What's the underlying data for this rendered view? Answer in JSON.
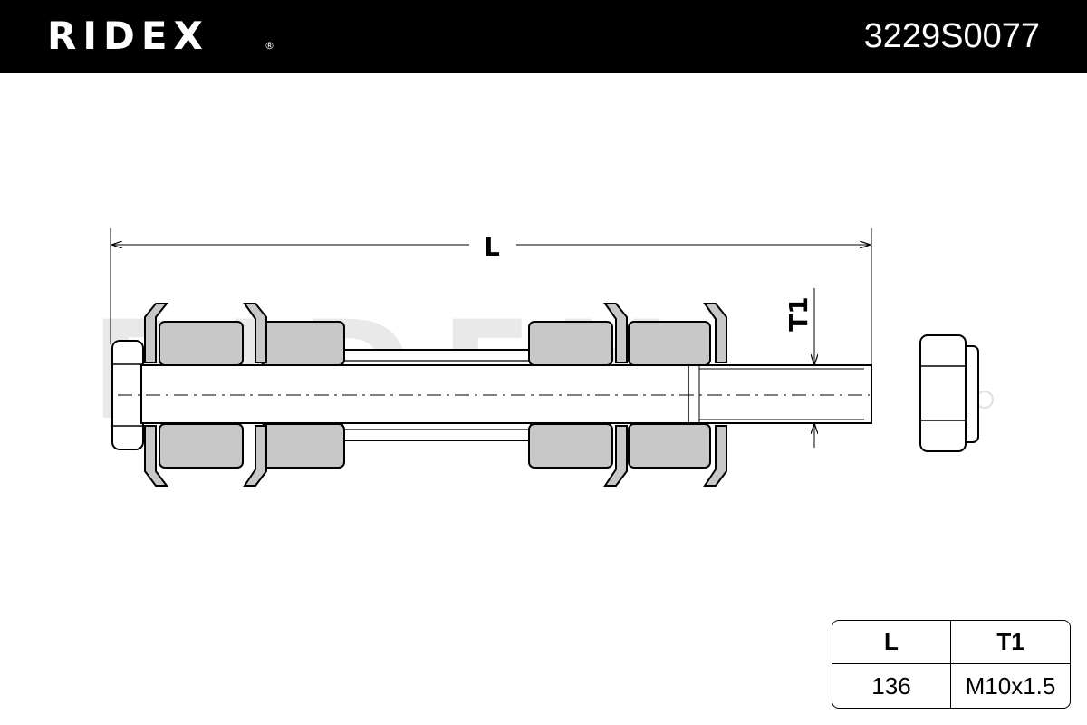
{
  "header": {
    "brand": "RIDEX",
    "brand_mark": "®",
    "part_number": "3229S0077"
  },
  "watermark": {
    "text": "RIDEX",
    "mark": "®"
  },
  "dimensions": {
    "length_label": "L",
    "thread_label": "T1"
  },
  "spec_table": {
    "headers": [
      "L",
      "T1"
    ],
    "values": [
      "136",
      "M10x1.5"
    ]
  },
  "colors": {
    "header_bg": "#000000",
    "part_fill": "#ffffff",
    "bushing_fill": "#c8c8c8",
    "watermark": "#e9e9e9"
  }
}
